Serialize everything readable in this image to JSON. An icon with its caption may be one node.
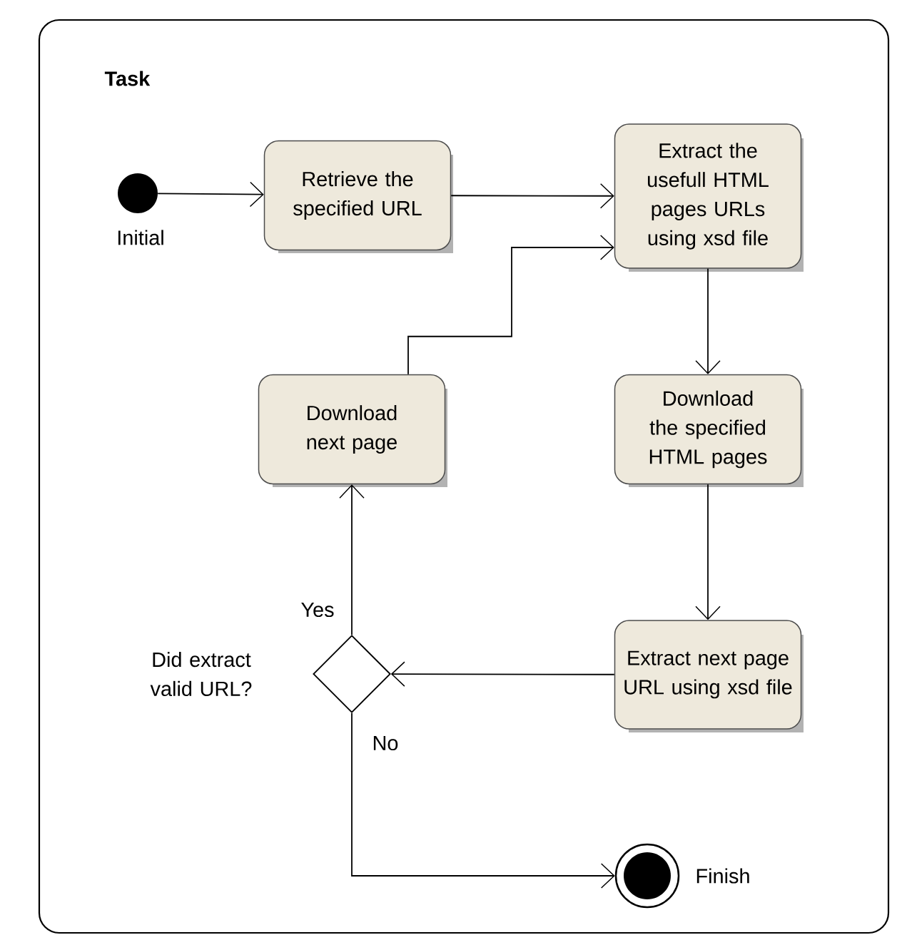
{
  "diagram": {
    "nodes": [
      {
        "text": [
          "Task"
        ]
      },
      {
        "text": [],
        "shape": "circle",
        "in": 0,
        "beside": [
          "Initial"
        ]
      },
      {
        "text": [
          "Retrieve the specified URL"
        ],
        "in": 0
      },
      {
        "text": [
          "Extract the usefull HTML pages URLs using xsd file"
        ],
        "in": 0
      },
      {
        "text": [
          "Download next page"
        ],
        "in": 0
      },
      {
        "text": [
          "Download the specified HTML pages"
        ],
        "in": 0
      },
      {
        "text": [],
        "shape": "diamond",
        "in": 0,
        "beside": [
          "Did extract valid URL?"
        ]
      },
      {
        "text": [
          "Extract next page URL using xsd file"
        ],
        "in": 0
      },
      {
        "text": [],
        "shape": "circle",
        "in": 0,
        "beside": [
          "Finish"
        ]
      }
    ],
    "edges": [
      {
        "from": 1,
        "to": 2,
        "arrow": "to"
      },
      {
        "from": 2,
        "to": 3,
        "arrow": "to"
      },
      {
        "from": 4,
        "to": 3,
        "arrow": "to"
      },
      {
        "from": 3,
        "to": 5,
        "arrow": "to"
      },
      {
        "from": 5,
        "to": 7,
        "arrow": "to"
      },
      {
        "from": 7,
        "to": 6,
        "arrow": "to"
      },
      {
        "from": 6,
        "to": 4,
        "arrow": "to",
        "label": "Yes"
      },
      {
        "from": 6,
        "to": 8,
        "arrow": "to",
        "label": "No"
      }
    ]
  }
}
